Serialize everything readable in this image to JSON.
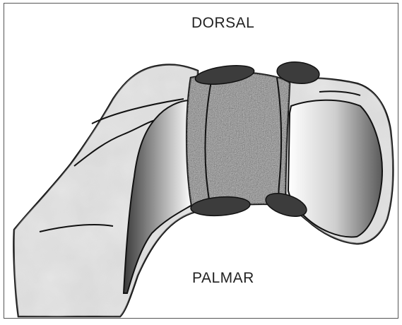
{
  "labels": {
    "dorsal": "DORSAL",
    "palmar": "PALMAR"
  },
  "colors": {
    "outline": "#111111",
    "bone_fill": "#d6d6d6",
    "graft_fill": "#7a7a7a",
    "ligament_fill": "#3c3c3c",
    "frame_border": "#555555"
  },
  "icons": [
    "bone-shape",
    "bone-graft-block",
    "ligament-band"
  ]
}
